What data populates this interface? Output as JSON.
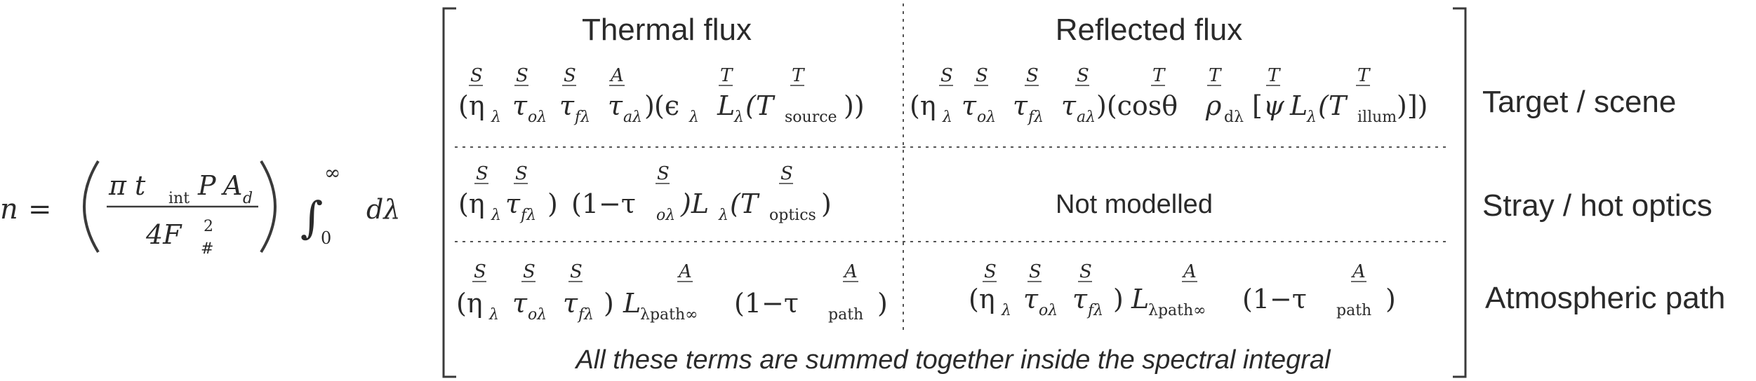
{
  "equation": {
    "lhs": "n",
    "equals": "=",
    "pi_t": "π t",
    "t_sub": "int",
    "p": "P",
    "a": "A",
    "a_sub": "d",
    "den": "4F",
    "den_sup": "2",
    "den_sub": "#",
    "integral": "∫",
    "int_upper": "∞",
    "int_lower": "0",
    "dlambda": "dλ"
  },
  "columns": {
    "thermal": "Thermal flux",
    "reflected": "Reflected flux"
  },
  "rows": {
    "target": "Target / scene",
    "stray": "Stray / hot optics",
    "atmos": "Atmospheric path"
  },
  "tags": {
    "S": "S",
    "A": "A",
    "T": "T"
  },
  "cells": {
    "t1": {
      "eta": "(η",
      "lam": "λ",
      "tau": "τ",
      "olam": "oλ",
      "flam": "fλ",
      "alam": "aλ",
      "close": ")",
      "eps_open": "(ϵ",
      "L": "L",
      "T_open": "(T",
      "source": "source",
      "end": "))"
    },
    "r1": {
      "eta": "(η",
      "lam": "λ",
      "tau": "τ",
      "olam": "oλ",
      "flam": "fλ",
      "alam": "aλ",
      "cos": ")(cosθ",
      "rho": "ρ",
      "dlam": "dλ",
      "bracket": "[",
      "psi": "ψ",
      "L": "L",
      "T_open": "(T",
      "illum": "illum",
      "end": ")])"
    },
    "t2": {
      "eta": "(η",
      "lam": "λ",
      "tau": "τ",
      "flam": "fλ",
      "close": ")",
      "one_minus": "(1−τ",
      "olam": "oλ",
      "close2": ")L",
      "T_open": "(T",
      "optics": "optics",
      "end": ")"
    },
    "r2": {
      "text": "Not modelled"
    },
    "t3": {
      "eta": "(η",
      "lam": "λ",
      "tau": "τ",
      "olam": "oλ",
      "flam": "fλ",
      "close": ")",
      "L": "L",
      "Lsub": "λpath∞",
      "one_minus": "(1−τ",
      "path": "path",
      "end": ")"
    },
    "r3": {
      "eta": "(η",
      "lam": "λ",
      "tau": "τ",
      "olam": "oλ",
      "flam": "fλ",
      "close": ")",
      "L": "L",
      "Lsub": "λpath∞",
      "one_minus": "(1−τ",
      "path": "path",
      "end": ")"
    }
  },
  "footer": "All these terms are summed together inside the spectral integral"
}
